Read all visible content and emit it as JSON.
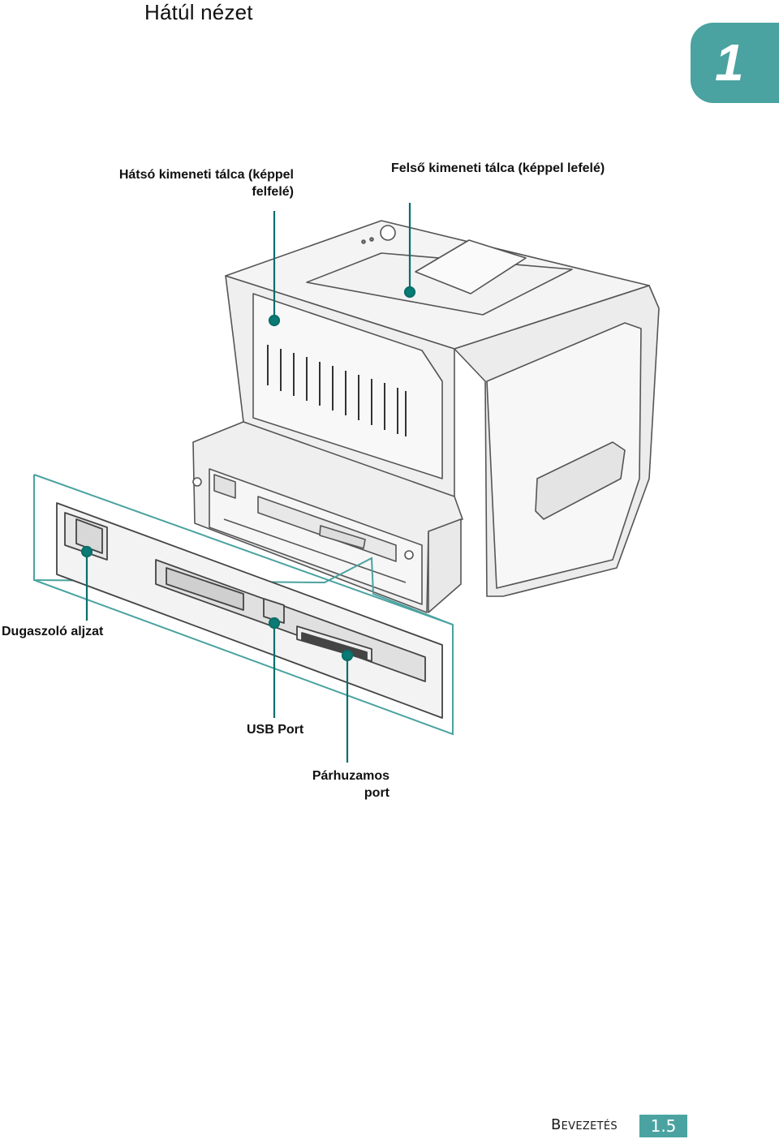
{
  "header": {
    "title": "Hátúl nézet",
    "chapter_number": "1",
    "chapter_color": "#4aa3a0"
  },
  "callouts": {
    "rear_output_tray": "Hátsó kimeneti tálca (képpel\nfelfelé)",
    "top_output_tray": "Felső kimeneti tálca (képpel lefelé)",
    "power_receptacle": "Dugaszoló aljzat",
    "usb_port": "USB Port",
    "parallel_port": "Párhuzamos\nport"
  },
  "accent_color": "#4aa3a0",
  "footer": {
    "section": "Bevezetés",
    "page": "1.5"
  }
}
